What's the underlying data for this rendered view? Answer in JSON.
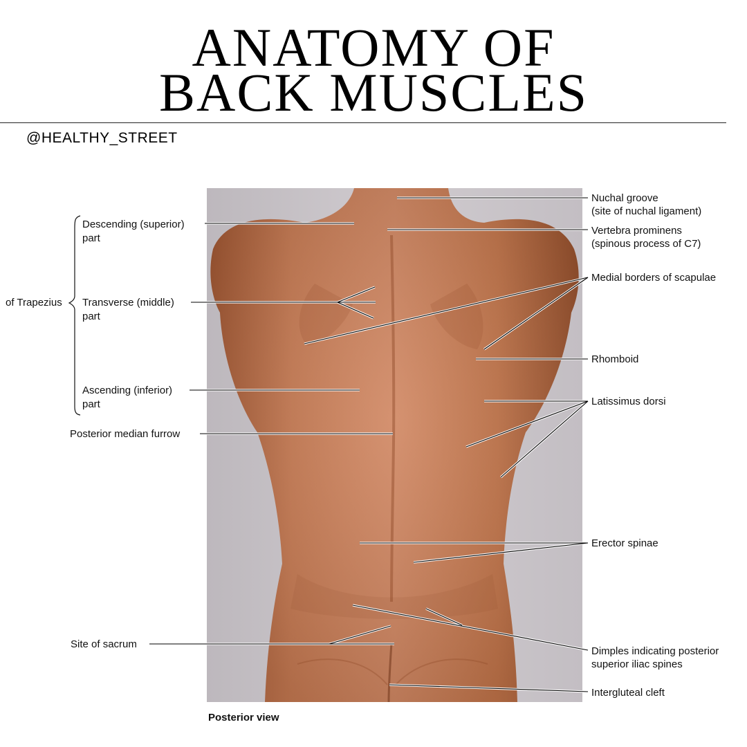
{
  "title_lines": [
    "ANATOMY OF",
    "BACK MUSCLES"
  ],
  "handle": "@HEALTHY_STREET",
  "caption": "Posterior view",
  "group_label": "of Trapezius",
  "labels": {
    "nuchal_groove": [
      "Nuchal groove",
      "(site of nuchal ligament)"
    ],
    "vertebra_prominens": [
      "Vertebra prominens",
      "(spinous process of C7)"
    ],
    "medial_borders": [
      "Medial borders of scapulae"
    ],
    "rhomboid": [
      "Rhomboid"
    ],
    "latissimus_dorsi": [
      "Latissimus dorsi"
    ],
    "erector_spinae": [
      "Erector spinae"
    ],
    "dimples": [
      "Dimples indicating posterior",
      "superior iliac spines"
    ],
    "intergluteal_cleft": [
      "Intergluteal cleft"
    ],
    "descending_part": [
      "Descending (superior)",
      "part"
    ],
    "transverse_part": [
      "Transverse (middle)",
      "part"
    ],
    "ascending_part": [
      "Ascending (inferior)",
      "part"
    ],
    "posterior_median_furrow": [
      "Posterior median furrow"
    ],
    "site_of_sacrum": [
      "Site of sacrum"
    ]
  },
  "colors": {
    "background": "#ffffff",
    "photo_backdrop": "#c9c4c8",
    "skin": "#c87850",
    "skin_shadow": "#9c5432"
  }
}
